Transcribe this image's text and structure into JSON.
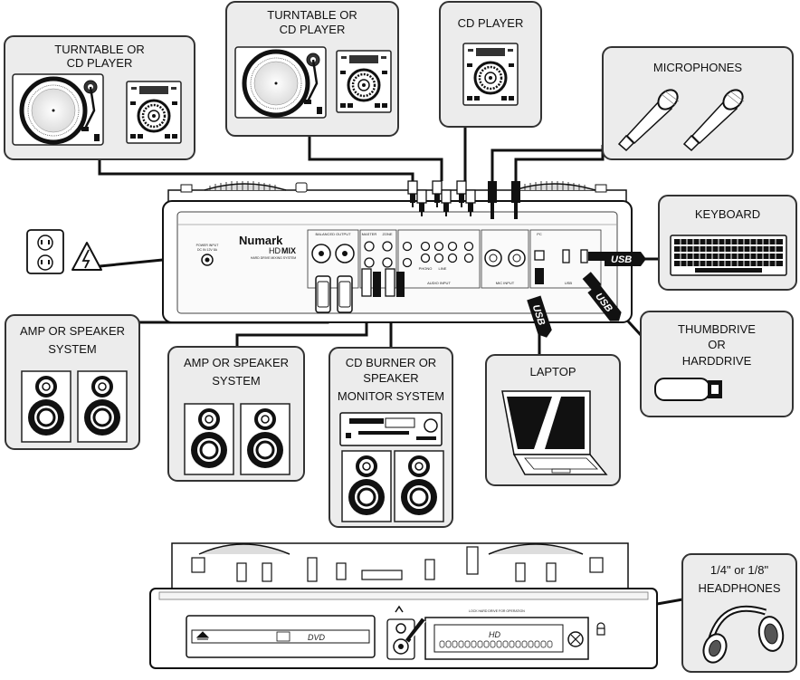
{
  "labels": {
    "turntable_left": [
      "TURNTABLE OR",
      "CD PLAYER"
    ],
    "turntable_top": [
      "TURNTABLE OR",
      "CD PLAYER"
    ],
    "cd_player": "CD PLAYER",
    "microphones": "MICROPHONES",
    "keyboard": "KEYBOARD",
    "amp_left": [
      "AMP OR SPEAKER",
      "SYSTEM"
    ],
    "amp_mid": [
      "AMP OR SPEAKER",
      "SYSTEM"
    ],
    "cd_burner": [
      "CD BURNER OR",
      "SPEAKER",
      "MONITOR SYSTEM"
    ],
    "laptop": "LAPTOP",
    "thumbdrive": [
      "THUMBDRIVE",
      "OR",
      "HARDDRIVE"
    ],
    "headphones": [
      "1/4\" or 1/8\"",
      "HEADPHONES"
    ]
  },
  "usb_tags": [
    "USB",
    "USB",
    "USB"
  ],
  "rear_panel": {
    "brand": "Numark",
    "model_prefix": "HD",
    "model_suffix": "MIX",
    "subtitle": "HARD DRIVE MIXING SYSTEM",
    "power_label": "POWER INPUT",
    "power_spec": "DC IN 12V 5A",
    "balanced_output": "BALANCED OUTPUT",
    "master": "MASTER",
    "zone": "ZONE",
    "audio_input": "AUDIO INPUT",
    "mic_input": "MIC INPUT",
    "usb": "USB",
    "pc": "PC",
    "line": "LINE",
    "phono": "PHONO"
  },
  "front_panel": {
    "dvd": "DVD",
    "hd": "HD",
    "lock_text": "LOCK HARD DRIVE FOR OPERATION"
  }
}
